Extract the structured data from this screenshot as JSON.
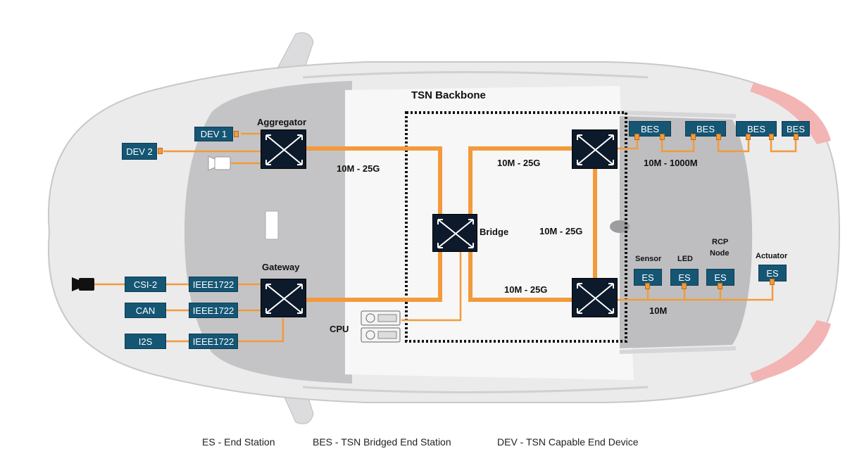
{
  "backbone_title": "TSN Backbone",
  "nodes": {
    "aggregator": "Aggregator",
    "gateway": "Gateway",
    "bridge": "Bridge",
    "cpu": "CPU",
    "sensor": "Sensor",
    "led": "LED",
    "rcp_line1": "RCP",
    "rcp_line2": "Node",
    "actuator": "Actuator"
  },
  "devices": {
    "dev1": "DEV 1",
    "dev2": "DEV 2",
    "csi2": "CSI-2",
    "can": "CAN",
    "i2s": "I2S",
    "ieee1": "IEEE1722",
    "ieee2": "IEEE1722",
    "ieee3": "IEEE1722",
    "bes1": "BES",
    "bes2": "BES",
    "bes3": "BES",
    "bes4": "BES",
    "es_sensor": "ES",
    "es_led": "ES",
    "es_rcp": "ES",
    "es_actuator": "ES"
  },
  "speeds": {
    "agg_bridge": "10M - 25G",
    "bridge_top": "10M - 25G",
    "right_vertical": "10M - 25G",
    "bridge_bottom": "10M - 25G",
    "bes_chain": "10M - 1000M",
    "es_chain": "10M"
  },
  "legend": {
    "es": "ES - End Station",
    "bes": "BES - TSN Bridged End Station",
    "dev": "DEV - TSN Capable End Device"
  },
  "colors": {
    "link": "#f39a3b",
    "device_box": "#155674",
    "switch": "#0c1a2b",
    "car_body": "#e9e9ea",
    "cabin": "#c9c9cb"
  }
}
